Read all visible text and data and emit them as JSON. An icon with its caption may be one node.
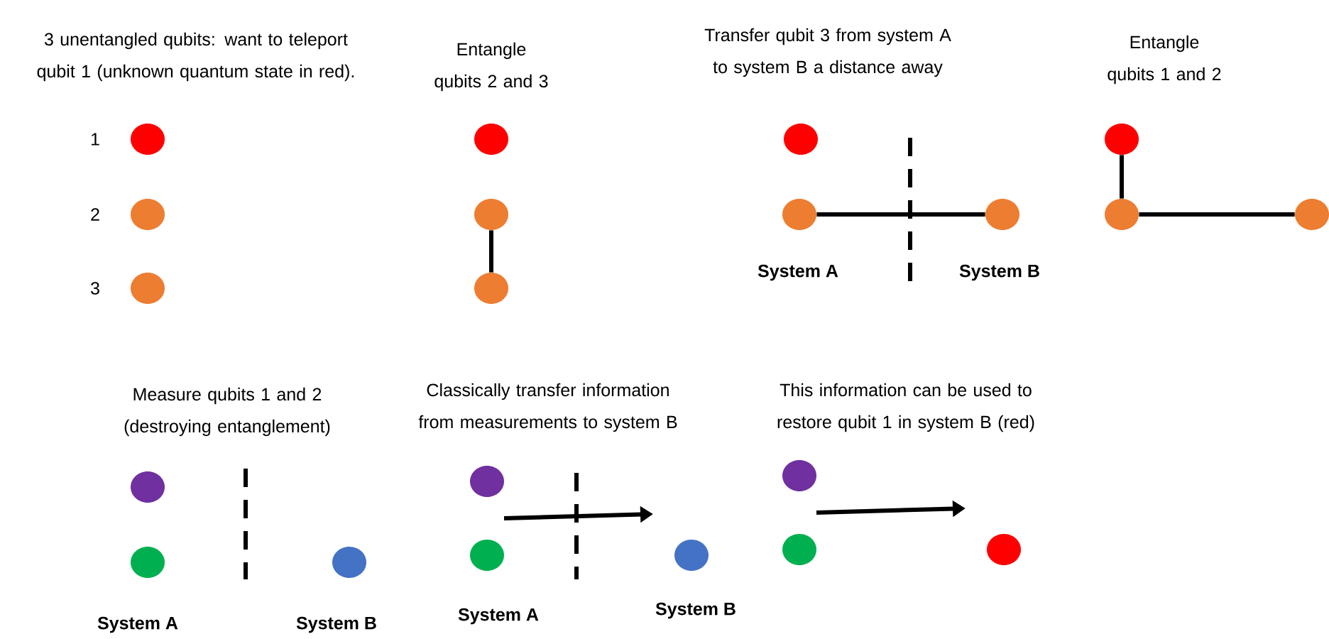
{
  "diagram": {
    "nodes": [
      {
        "text": [],
        "shape": "circle"
      },
      {
        "text": [],
        "shape": "circle"
      },
      {
        "text": [],
        "shape": "circle"
      },
      {
        "text": [],
        "shape": "circle"
      },
      {
        "text": [],
        "shape": "circle"
      },
      {
        "text": [],
        "shape": "circle"
      },
      {
        "text": [],
        "shape": "circle"
      },
      {
        "text": [],
        "shape": "circle"
      },
      {
        "text": [],
        "shape": "circle"
      },
      {
        "text": [],
        "shape": "circle"
      },
      {
        "text": [],
        "shape": "circle"
      },
      {
        "text": [],
        "shape": "circle"
      },
      {
        "text": [],
        "shape": "circle"
      },
      {
        "text": [],
        "shape": "circle"
      },
      {
        "text": [],
        "shape": "circle"
      },
      {
        "text": [],
        "shape": "circle"
      },
      {
        "text": [],
        "shape": "circle"
      },
      {
        "text": [],
        "shape": "circle"
      },
      {
        "text": [],
        "shape": "circle"
      },
      {
        "text": [],
        "shape": "circle"
      },
      {
        "text": [],
        "shape": "circle"
      }
    ],
    "edges": [
      {
        "from": 4,
        "to": 5,
        "arrow": "none"
      },
      {
        "from": 7,
        "to": 8,
        "arrow": "none"
      },
      {
        "from": 9,
        "to": 10,
        "arrow": "none"
      },
      {
        "from": 10,
        "to": 11,
        "arrow": "none"
      }
    ],
    "labels": [
      "3 unentangled qubits: want to teleport qubit 1  (unknown quantum state in red).",
      "Entangle qubits 2 and 3",
      "Transfer qubit 3 from system A to system B a distance away",
      "Entangle qubits 1 and 2",
      "1",
      "2",
      "3",
      "System A",
      "System B",
      "Measure qubits 1 and 2 (destroying entanglement)",
      "Classically transfer information from measurements to system B",
      "This information can be used to restore qubit 1 in system B (red)",
      "System A",
      "System B",
      "System A",
      "System B"
    ]
  }
}
